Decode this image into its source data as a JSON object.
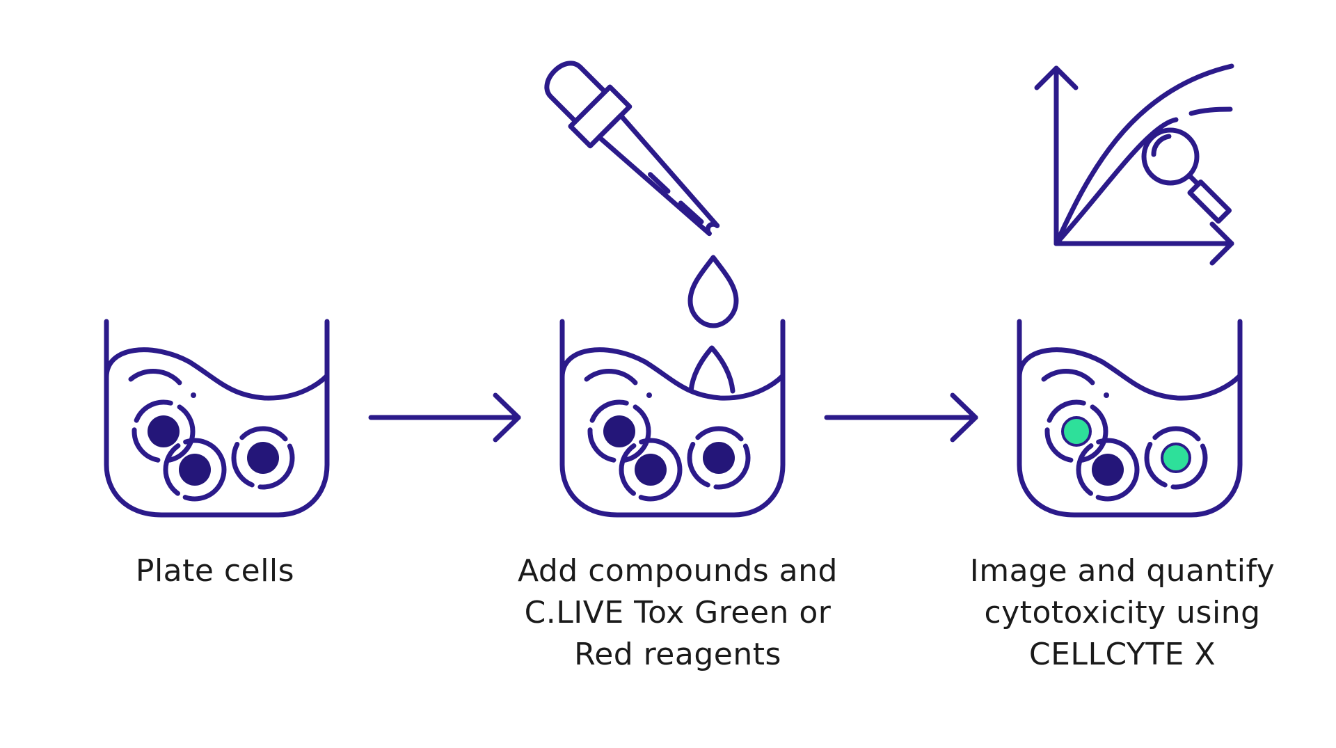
{
  "colors": {
    "ink": "#2b1a8a",
    "cell_nucleus": "#241679",
    "stained_nucleus": "#2ee09a",
    "droplet_fill": "#dff0ee",
    "text": "#1a1a1a",
    "background": "#ffffff"
  },
  "steps": [
    {
      "icon": "beaker-cells-icon",
      "caption_lines": [
        "Plate cells"
      ]
    },
    {
      "icon": "pipette-dropper-icon",
      "caption_lines": [
        "Add compounds and",
        "C.LIVE Tox Green or",
        "Red reagents"
      ]
    },
    {
      "icon": "graph-magnifier-icon",
      "caption_lines": [
        "Image and quantify",
        "cytotoxicity using",
        "CELLCYTE X"
      ]
    }
  ],
  "arrows": [
    "right-arrow-icon",
    "right-arrow-icon"
  ]
}
